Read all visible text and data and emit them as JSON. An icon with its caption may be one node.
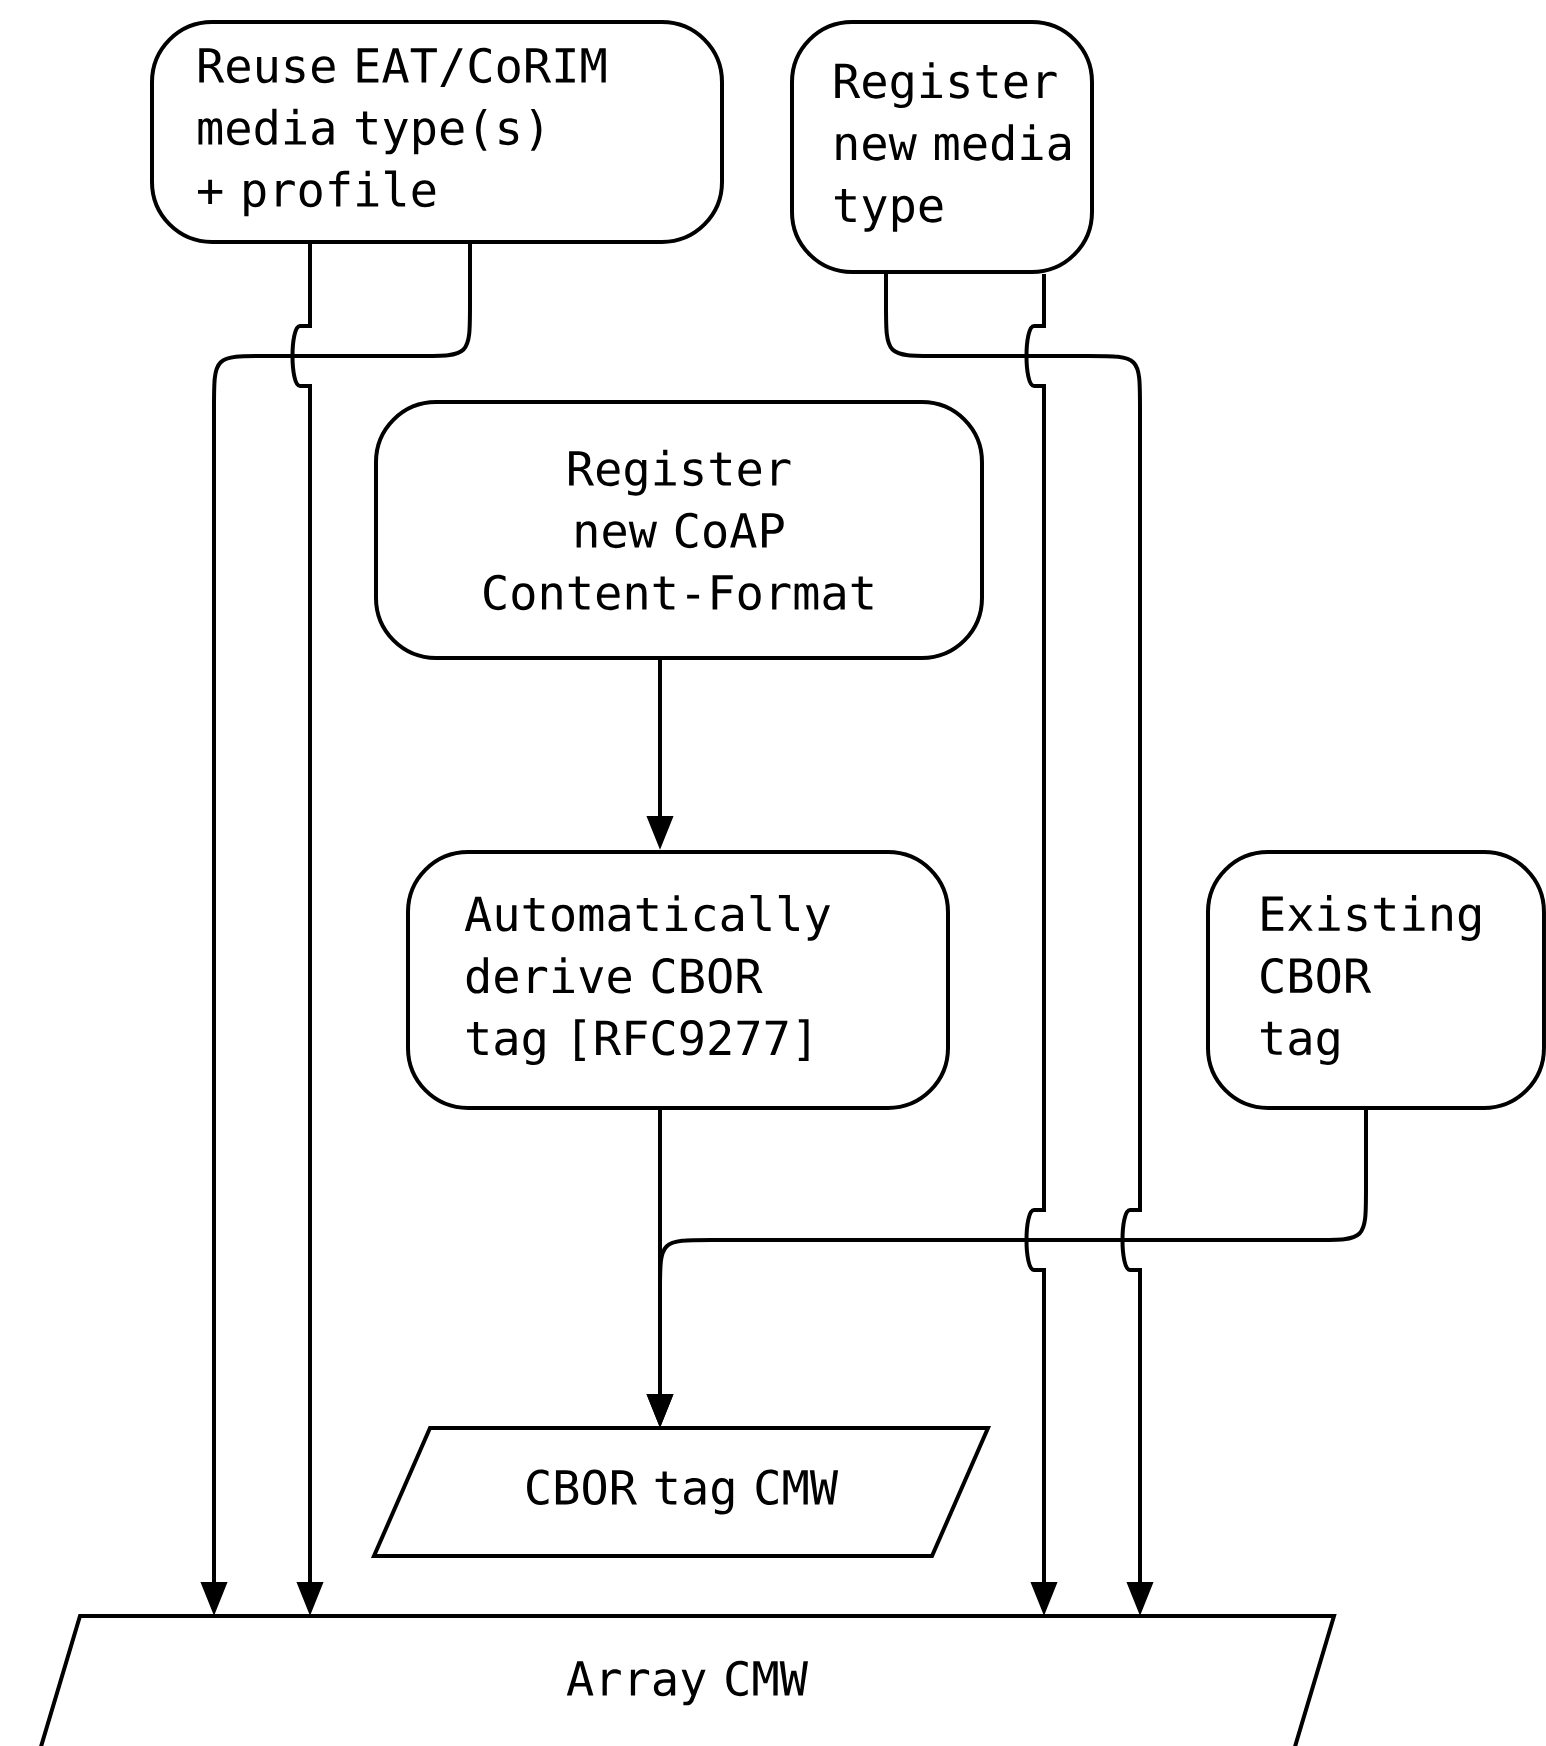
{
  "diagram": {
    "nodes": [
      {
        "text": [
          "Reuse EAT/CoRIM media type(s) + profile"
        ]
      },
      {
        "text": [
          "Register new media type"
        ]
      },
      {
        "text": [
          "Register new CoAP Content-Format"
        ]
      },
      {
        "text": [
          "Automatically derive CBOR tag [RFC9277]"
        ]
      },
      {
        "text": [
          "Existing CBOR tag"
        ]
      },
      {
        "text": [
          "CBOR tag CMW"
        ]
      },
      {
        "text": [
          "Array CMW"
        ]
      }
    ],
    "edges": [
      {
        "from": 0,
        "to": 6,
        "arrow": "to"
      },
      {
        "from": 0,
        "to": 6,
        "arrow": "to"
      },
      {
        "from": 1,
        "to": 6,
        "arrow": "to"
      },
      {
        "from": 1,
        "to": 6,
        "arrow": "to"
      },
      {
        "from": 2,
        "to": 3,
        "arrow": "to"
      },
      {
        "from": 3,
        "to": 5,
        "arrow": "to"
      },
      {
        "from": 4,
        "to": 5,
        "arrow": "to"
      }
    ]
  }
}
